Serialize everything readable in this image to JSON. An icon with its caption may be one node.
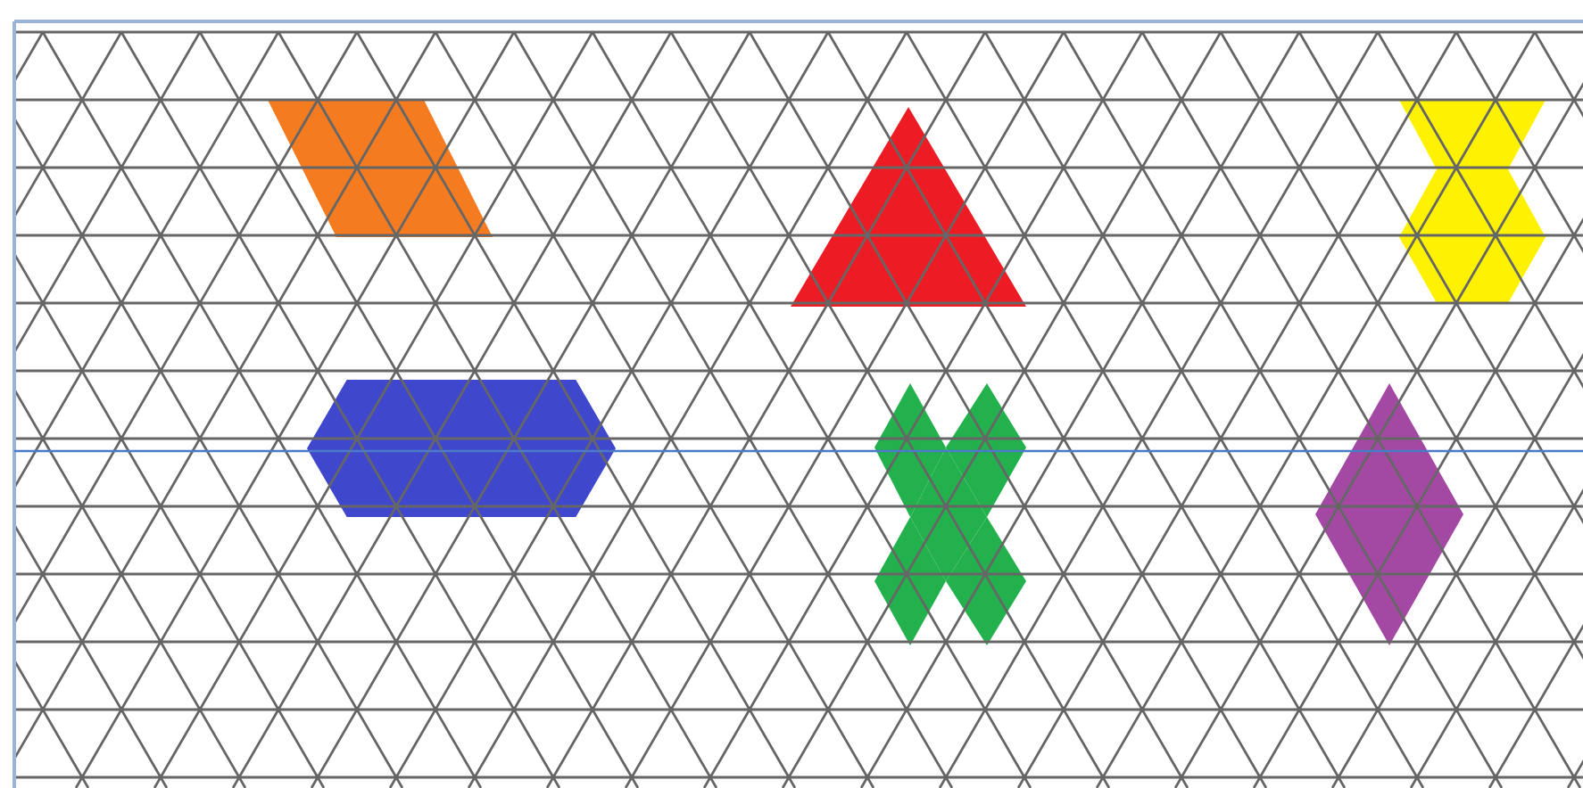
{
  "diagram": {
    "nodes": [
      {
        "text": [],
        "shape": "parallelogram"
      },
      {
        "text": [],
        "shape": "triangle"
      },
      {
        "text": [],
        "shape": "polygon"
      },
      {
        "text": [],
        "shape": "hexagon"
      },
      {
        "text": [],
        "shape": "polygon"
      },
      {
        "text": [],
        "shape": "diamond"
      }
    ]
  }
}
